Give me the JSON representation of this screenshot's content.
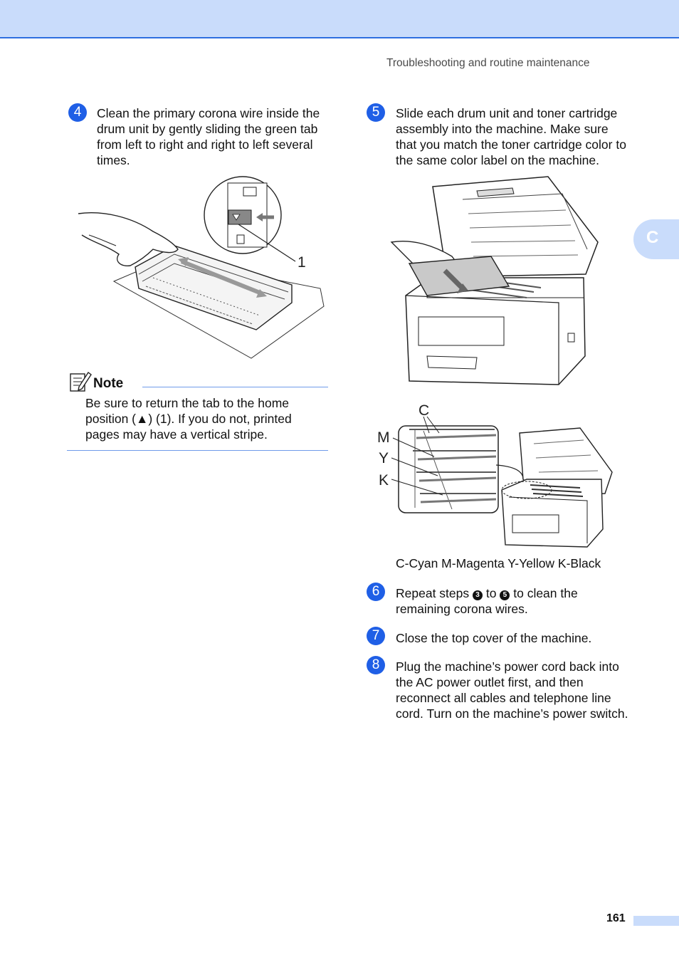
{
  "header": {
    "running_head": "Troubleshooting and routine maintenance"
  },
  "side_tab": {
    "label": "C"
  },
  "steps": [
    {
      "number": "4",
      "text": "Clean the primary corona wire inside the drum unit by gently sliding the green tab from left to right and right to left several times."
    },
    {
      "number": "5",
      "text": "Slide each drum unit and toner cartridge assembly into the machine. Make sure that you match the toner cartridge color to the same color label on the machine."
    },
    {
      "number": "6",
      "text_before": "Repeat steps",
      "ref_from": "3",
      "text_mid": "to",
      "ref_to": "5",
      "text_after": "to clean the remaining corona wires."
    },
    {
      "number": "7",
      "text": "Close the top cover of the machine."
    },
    {
      "number": "8",
      "text": "Plug the machine’s power cord back into the AC power outlet first, and then reconnect all cables and telephone line cord. Turn on the machine’s power switch."
    }
  ],
  "note": {
    "title": "Note",
    "text": "Be sure to return the tab to the home position (▲) (1). If you do not, printed pages may have a vertical stripe."
  },
  "figure1": {
    "callout": "1"
  },
  "figure2": {
    "labels": {
      "c": "C",
      "m": "M",
      "y": "Y",
      "k": "K"
    }
  },
  "caption": "C-Cyan M-Magenta Y-Yellow K-Black",
  "footer": {
    "page_number": "161"
  }
}
